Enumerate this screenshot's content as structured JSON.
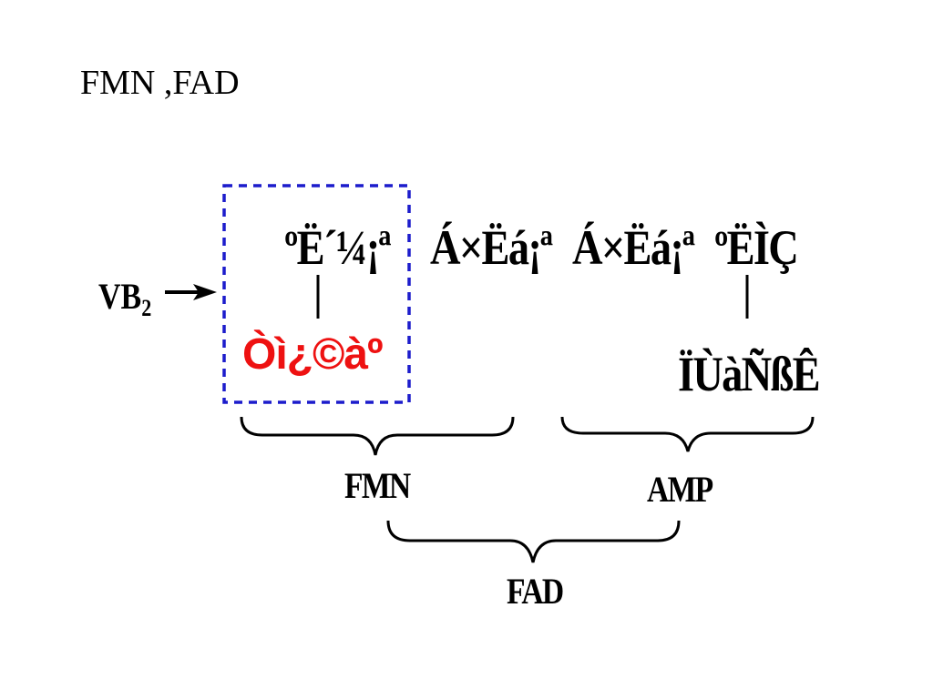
{
  "title": "FMN ,FAD",
  "chain": {
    "part1": "ºË´¼¡ª",
    "part2": "Á×Ëá¡ª",
    "part3": "Á×Ëá¡ª",
    "part4": "ºËÌÇ"
  },
  "red_label": "Òì¿©àº",
  "base_label": "ÏÙàÑßÊ",
  "vb2": {
    "main": "VB",
    "sub": "2"
  },
  "braces": {
    "fmn": "FMN",
    "amp": "AMP",
    "fad": "FAD"
  },
  "colors": {
    "dashed_box": "#1c1ccc",
    "red_label": "#ee1111",
    "text": "#000000"
  }
}
